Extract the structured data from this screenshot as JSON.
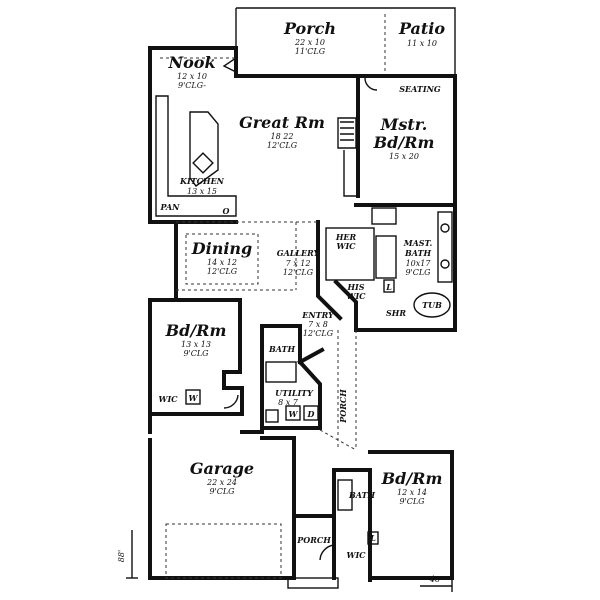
{
  "rooms": {
    "porch": {
      "name": "Porch",
      "size": "22 x 10",
      "clg": "11'CLG"
    },
    "patio": {
      "name": "Patio",
      "size": "11 x 10"
    },
    "nook": {
      "name": "Nook",
      "size": "12 x 10",
      "clg": "9'CLG-"
    },
    "great": {
      "name": "Great Rm",
      "size": "18  22",
      "clg": "12'CLG"
    },
    "master": {
      "name1": "Mstr.",
      "name2": "Bd/Rm",
      "size": "15 x 20"
    },
    "seating": {
      "name": "SEATING"
    },
    "kitchen": {
      "name": "KITCHEN",
      "size": "13 x 15"
    },
    "pan": {
      "name": "PAN"
    },
    "dining": {
      "name": "Dining",
      "size": "14 x 12",
      "clg": "12'CLG"
    },
    "gallery": {
      "name": "GALLERY",
      "size": "7 x 12",
      "clg": "12'CLG"
    },
    "herwic": {
      "name1": "HER",
      "name2": "WIC"
    },
    "hiswic": {
      "name1": "HIS",
      "name2": "WIC"
    },
    "mastbath": {
      "name1": "MAST.",
      "name2": "BATH",
      "size": "10x17",
      "clg": "9'CLG"
    },
    "tub": {
      "name": "TUB"
    },
    "shr": {
      "name": "SHR"
    },
    "entry": {
      "name": "ENTRY",
      "size": "7 x 8",
      "clg": "12'CLG"
    },
    "bdrm1": {
      "name": "Bd/Rm",
      "size": "13 x 13",
      "clg": "9'CLG"
    },
    "bath1": {
      "name": "BATH"
    },
    "utility": {
      "name": "UTILITY",
      "size": "8 x 7"
    },
    "wic1": {
      "name": "WIC"
    },
    "porch2": {
      "name": "PORCH"
    },
    "garage": {
      "name": "Garage",
      "size": "22 x 24",
      "clg": "9'CLG"
    },
    "bdrm2": {
      "name": "Bd/Rm",
      "size": "12 x 14",
      "clg": "9'CLG"
    },
    "bath2": {
      "name": "BATH"
    },
    "porch3": {
      "name": "PORCH"
    },
    "wic2": {
      "name": "WIC"
    }
  },
  "marks": {
    "w": "W",
    "d": "D",
    "o": "O",
    "l": "L"
  },
  "dimensions": {
    "depth": "88'",
    "width": "46'"
  }
}
